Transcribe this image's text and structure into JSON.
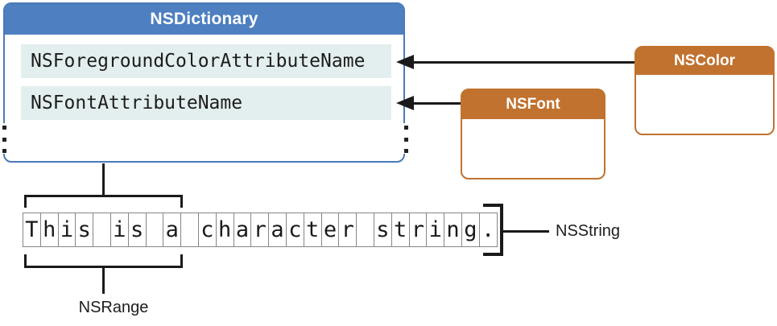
{
  "dictionary": {
    "title": "NSDictionary",
    "rows": [
      {
        "label": "NSForegroundColorAttributeName"
      },
      {
        "label": "NSFontAttributeName"
      }
    ]
  },
  "classes": {
    "color": {
      "title": "NSColor"
    },
    "font": {
      "title": "NSFont"
    }
  },
  "string": {
    "characters": "This is a character string.",
    "label": "NSString"
  },
  "range": {
    "label": "NSRange"
  },
  "colors": {
    "dictionary_header": "#4d7fc1",
    "dictionary_border": "#4a7ab8",
    "attribute_row_bg": "#e3eeee",
    "class_box": "#c1722f",
    "line": "#1a1a1a"
  }
}
